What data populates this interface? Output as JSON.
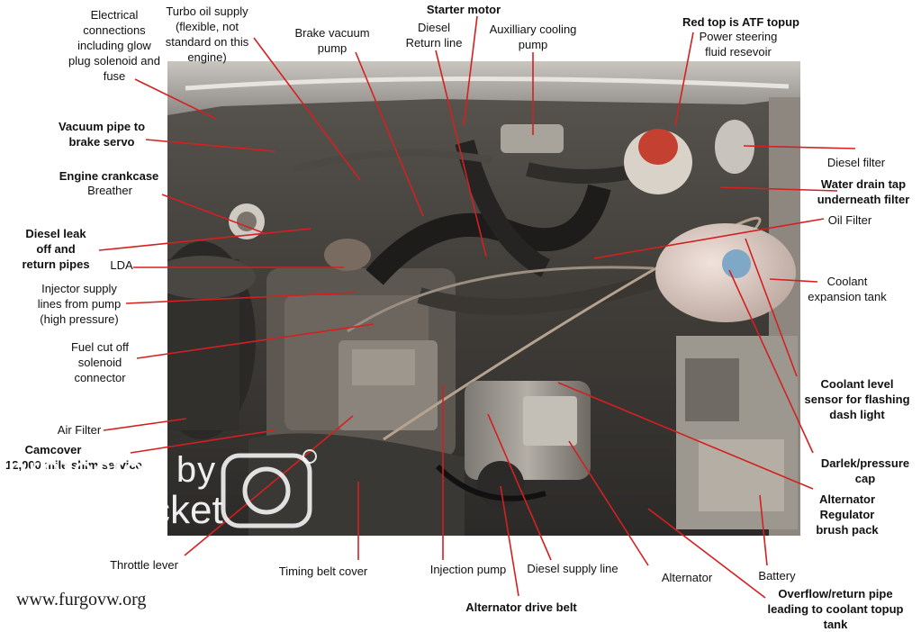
{
  "labels": {
    "electrical": "Electrical\nconnections\nincluding glow\nplug solenoid and\nfuse",
    "turbo_oil": "Turbo oil supply\n(flexible, not\nstandard on this\nengine)",
    "brake_vacuum_pump": "Brake vacuum\npump",
    "starter_motor": "Starter motor",
    "diesel_return": "Diesel\nReturn line",
    "aux_cooling": "Auxilliary cooling\npump",
    "red_top": "Red top is ATF topup",
    "power_steering": "Power steering\nfluid resevoir",
    "vacuum_pipe": "Vacuum pipe to\nbrake servo",
    "diesel_filter": "Diesel filter",
    "crankcase": "Engine crankcase",
    "breather": "Breather",
    "water_drain": "Water drain tap\nunderneath filter",
    "oil_filter": "Oil Filter",
    "diesel_leak": "Diesel leak\noff and\nreturn pipes",
    "lda": "LDA",
    "coolant_tank": "Coolant\nexpansion tank",
    "injector_supply": "Injector supply\nlines from pump\n(high pressure)",
    "fuel_cutoff": "Fuel cut off\nsolenoid\nconnector",
    "coolant_level": "Coolant level\nsensor for flashing\ndash light",
    "air_filter": "Air Filter",
    "camcover": "Camcover",
    "shim_service": "12,000 mile shim service",
    "darlek": "Darlek/pressure\ncap",
    "alt_regulator": "Alternator\nRegulator\nbrush pack",
    "throttle": "Throttle lever",
    "timing_belt": "Timing belt cover",
    "injection_pump": "Injection pump",
    "diesel_supply": "Diesel supply line",
    "alternator": "Alternator",
    "battery": "Battery",
    "overflow": "Overflow/return pipe\nleading to coolant topup\ntank",
    "alt_drive_belt": "Alternator drive belt"
  },
  "watermark": {
    "line1": "protected by",
    "line2": "photobucket"
  },
  "site": "www.furgovw.org",
  "colors": {
    "leader": "#d42020",
    "label_text": "#111111"
  }
}
